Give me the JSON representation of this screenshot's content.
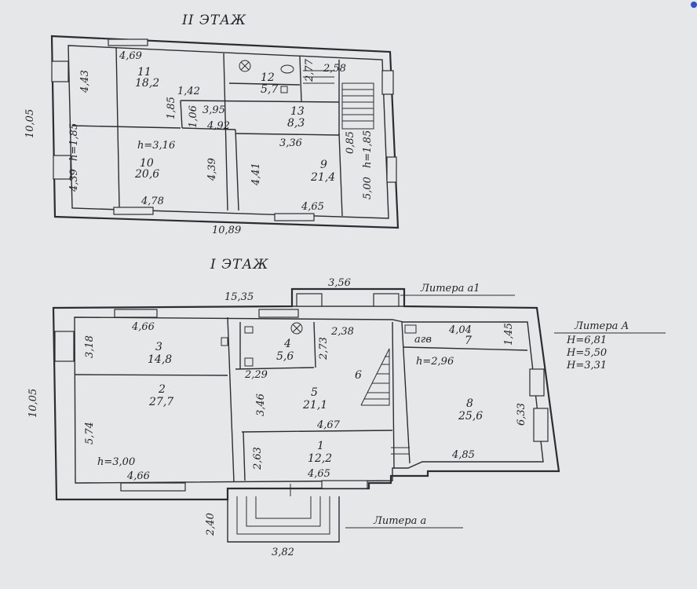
{
  "floor2": {
    "title": "II ЭТАЖ",
    "overall_width": "10,89",
    "overall_depth": "10,05",
    "rooms": [
      {
        "num": "11",
        "area": "18,2"
      },
      {
        "num": "12",
        "area": "5,7"
      },
      {
        "num": "13",
        "area": "8,3"
      },
      {
        "num": "10",
        "area": "20,6"
      },
      {
        "num": "9",
        "area": "21,4"
      }
    ],
    "dims": {
      "d469": "4,69",
      "d443": "4,43",
      "d142": "1,42",
      "d185a": "1,85",
      "d395": "3,95",
      "d106": "1,06",
      "d492": "4,92",
      "d258": "2,58",
      "d277": "2,77",
      "h316": "h=3,16",
      "h185": "h=1,85",
      "d439a": "4,39",
      "d439b": "4,39",
      "d478": "4,78",
      "d336": "3,36",
      "d441": "4,41",
      "d465": "4,65",
      "d500": "5,00",
      "h185b": "h=1,85",
      "d085": "0,85"
    }
  },
  "floor1": {
    "title": "I ЭТАЖ",
    "overall_width": "15,35",
    "overall_depth": "10,05",
    "rooms": [
      {
        "num": "3",
        "area": "14,8"
      },
      {
        "num": "2",
        "area": "27,7"
      },
      {
        "num": "4",
        "area": "5,6"
      },
      {
        "num": "5",
        "area": "21,1"
      },
      {
        "num": "6",
        "area": ""
      },
      {
        "num": "1",
        "area": "12,2"
      },
      {
        "num": "7",
        "area": ""
      },
      {
        "num": "8",
        "area": "25,6"
      }
    ],
    "dims": {
      "d466a": "4,66",
      "d318": "3,18",
      "d574": "5,74",
      "h300": "h=3,00",
      "d466b": "4,66",
      "d238": "2,38",
      "d229": "2,29",
      "d273": "2,73",
      "d346": "3,46",
      "d467": "4,67",
      "d263": "2,63",
      "d465": "4,65",
      "d404": "4,04",
      "d145": "1,45",
      "h296": "h=2,96",
      "d633": "6,33",
      "d485": "4,85",
      "agv": "агв",
      "porch_w": "3,56",
      "porch_bottom": "3,82",
      "porch_d": "2,40"
    }
  },
  "labels": {
    "litera_a1": "Литера а1",
    "litera_A": "Литера А",
    "litera_a": "Литера а",
    "heights": [
      "Н=6,81",
      "Н=5,50",
      "Н=3,31"
    ]
  }
}
